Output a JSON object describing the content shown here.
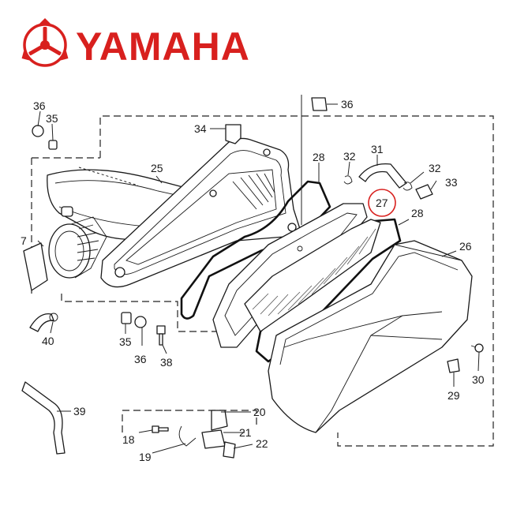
{
  "brand": {
    "name": "YAMAHA",
    "color": "#d8201e",
    "emblem_icon": "tuning-fork-emblem-icon"
  },
  "diagram": {
    "highlight_color": "#d8201e",
    "highlighted_callout": "27",
    "callouts": {
      "c36a": "36",
      "c35a": "35",
      "c36b": "36",
      "c34": "34",
      "c25": "25",
      "c28a": "28",
      "c32a": "32",
      "c31": "31",
      "c32b": "32",
      "c33": "33",
      "c27": "27",
      "c28b": "28",
      "c26": "26",
      "c7": "7",
      "c40": "40",
      "c35b": "35",
      "c36c": "36",
      "c38": "38",
      "c30": "30",
      "c29": "29",
      "c39": "39",
      "c20": "20",
      "c21": "21",
      "c18": "18",
      "c22": "22",
      "c19": "19"
    }
  }
}
